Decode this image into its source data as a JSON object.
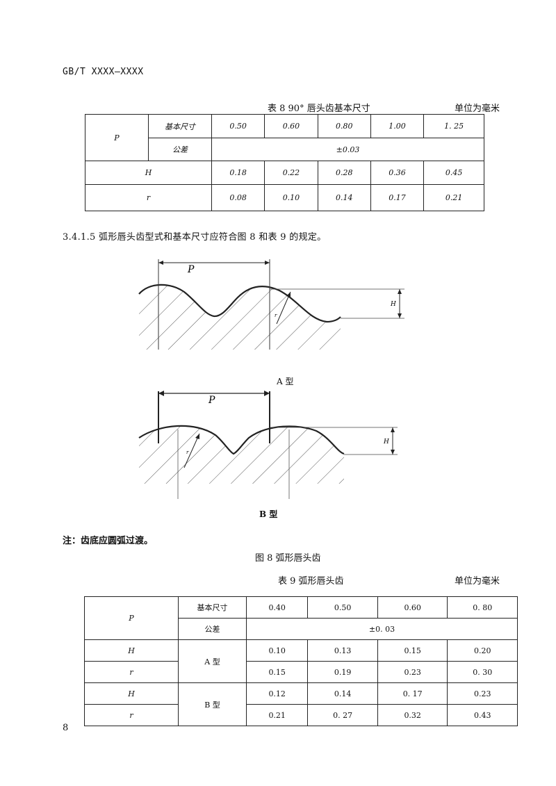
{
  "header": {
    "doc_id": "GB/T XXXX—XXXX"
  },
  "table8": {
    "caption": "表 8 90° 唇头齿基本尺寸",
    "unit": "单位为毫米",
    "p_label": "P",
    "basic_label": "基本尺寸",
    "tol_label": "公差",
    "basic_values": [
      "0.50",
      "0.60",
      "0.80",
      "1.00",
      "1. 25"
    ],
    "tolerance": "±0.03",
    "h_label": "H",
    "h_values": [
      "0.18",
      "0.22",
      "0.28",
      "0.36",
      "0.45"
    ],
    "r_label": "r",
    "r_values": [
      "0.08",
      "0.10",
      "0.14",
      "0.17",
      "0.21"
    ]
  },
  "paragraph": "3.4.1.5 弧形唇头齿型式和基本尺寸应符合图 8 和表 9 的规定。",
  "figure": {
    "type_a": {
      "label": "A 型",
      "p_label": "P",
      "h_label": "H",
      "r_label": "r"
    },
    "type_b": {
      "label": "B 型",
      "p_label": "P",
      "h_label": "H",
      "r_label": "r"
    },
    "note": "注：齿底应圆弧过渡。",
    "caption": "图 8 弧形唇头齿"
  },
  "table9": {
    "caption": "表 9 弧形唇头齿",
    "unit": "单位为毫米",
    "p_label": "P",
    "basic_label": "基本尺寸",
    "tol_label": "公差",
    "basic_values": [
      "0.40",
      "0.50",
      "0.60",
      "0. 80"
    ],
    "tolerance": "±0. 03",
    "h_label": "H",
    "r_label": "r",
    "type_a_label": "A 型",
    "type_b_label": "B 型",
    "a_h_values": [
      "0.10",
      "0.13",
      "0.15",
      "0.20"
    ],
    "a_r_values": [
      "0.15",
      "0.19",
      "0.23",
      "0. 30"
    ],
    "b_h_values": [
      "0.12",
      "0.14",
      "0. 17",
      "0.23"
    ],
    "b_r_values": [
      "0.21",
      "0. 27",
      "0.32",
      "0.43"
    ]
  },
  "page_number": "8"
}
